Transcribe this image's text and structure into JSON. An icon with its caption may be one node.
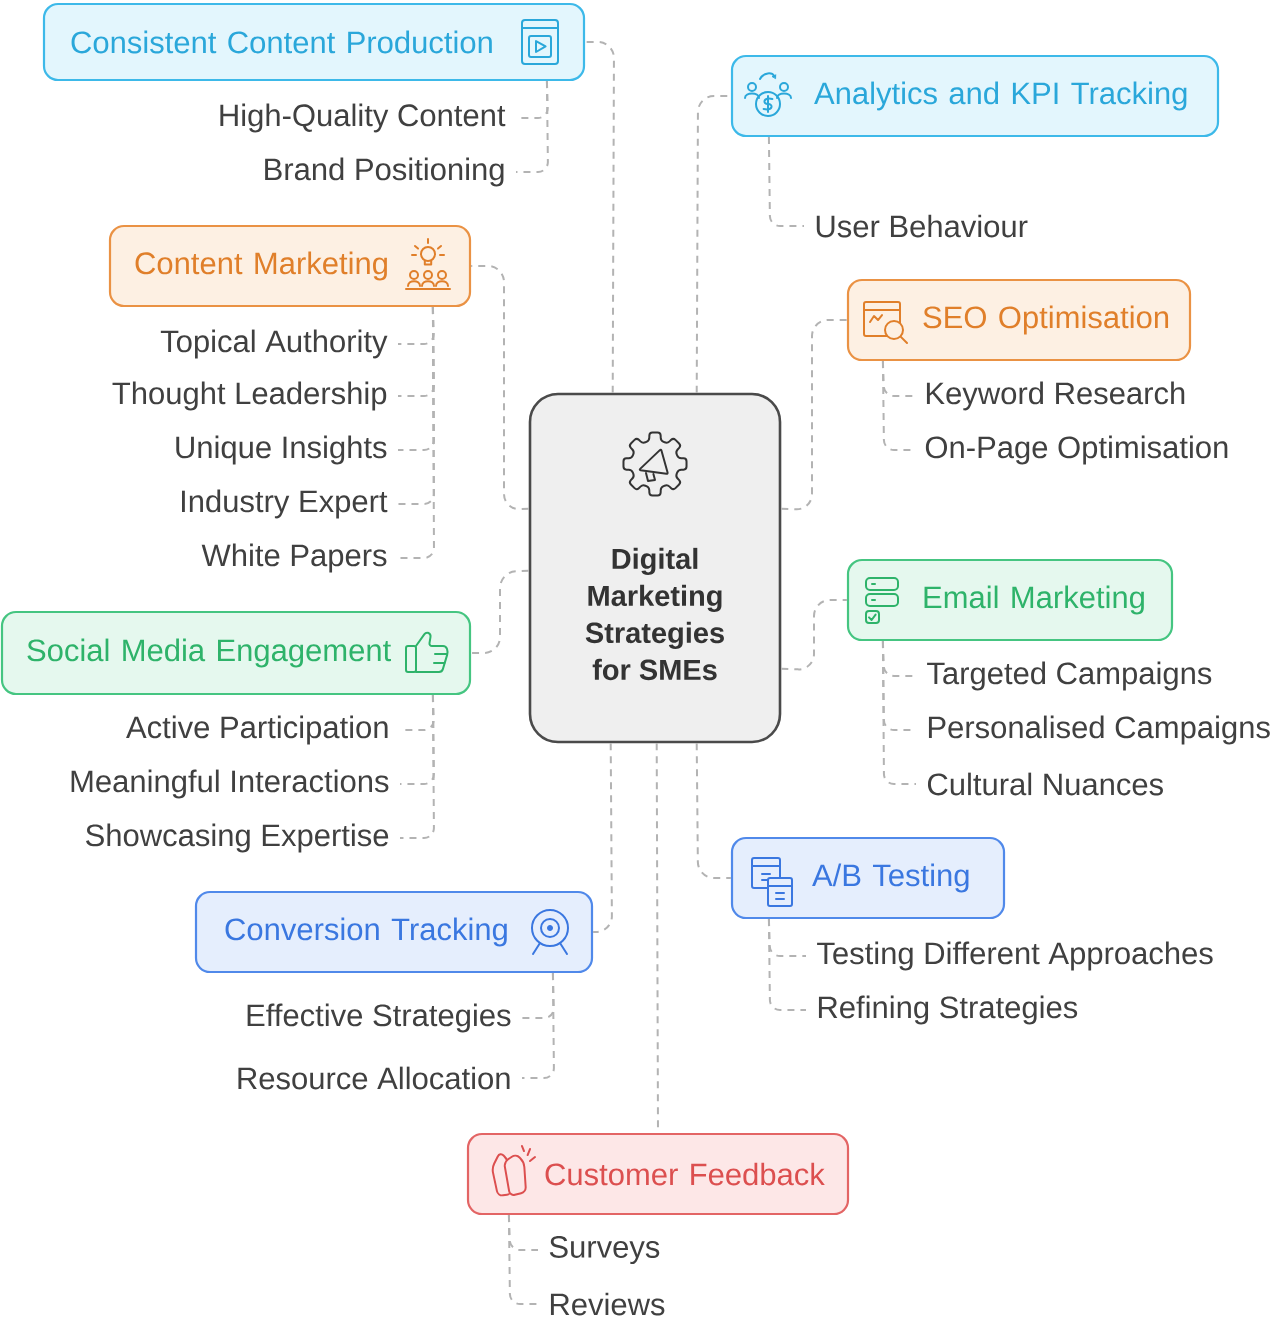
{
  "diagram": {
    "nodes": [
      {
        "text": [
          "Digital Marketing Strategies for SMEs"
        ]
      },
      {
        "text": [
          "Consistent Content Production"
        ]
      },
      {
        "text": [
          "High-Quality Content"
        ]
      },
      {
        "text": [
          "Brand Positioning"
        ]
      },
      {
        "text": [
          "Content Marketing"
        ]
      },
      {
        "text": [
          "Topical Authority"
        ]
      },
      {
        "text": [
          "Thought Leadership"
        ]
      },
      {
        "text": [
          "Unique Insights"
        ]
      },
      {
        "text": [
          "Industry Expert"
        ]
      },
      {
        "text": [
          "White Papers"
        ]
      },
      {
        "text": [
          "Social Media Engagement"
        ]
      },
      {
        "text": [
          "Active Participation"
        ]
      },
      {
        "text": [
          "Meaningful Interactions"
        ]
      },
      {
        "text": [
          "Showcasing Expertise"
        ]
      },
      {
        "text": [
          "Conversion Tracking"
        ]
      },
      {
        "text": [
          "Effective Strategies"
        ]
      },
      {
        "text": [
          "Resource Allocation"
        ]
      },
      {
        "text": [
          "Customer Feedback"
        ]
      },
      {
        "text": [
          "Surveys"
        ]
      },
      {
        "text": [
          "Reviews"
        ]
      },
      {
        "text": [
          "Analytics and KPI Tracking"
        ]
      },
      {
        "text": [
          "User Behaviour"
        ]
      },
      {
        "text": [
          "SEO Optimisation"
        ]
      },
      {
        "text": [
          "Keyword Research"
        ]
      },
      {
        "text": [
          "On-Page Optimisation"
        ]
      },
      {
        "text": [
          "Email Marketing"
        ]
      },
      {
        "text": [
          "Targeted Campaigns"
        ]
      },
      {
        "text": [
          "Personalised Campaigns"
        ]
      },
      {
        "text": [
          "Cultural Nuances"
        ]
      },
      {
        "text": [
          "A/B Testing"
        ]
      },
      {
        "text": [
          "Testing Different Approaches"
        ]
      },
      {
        "text": [
          "Refining Strategies"
        ]
      }
    ],
    "edges": [
      {
        "from": 0,
        "to": 1,
        "arrow": "none",
        "style": "dashed"
      },
      {
        "from": 1,
        "to": 2,
        "arrow": "none",
        "style": "dashed"
      },
      {
        "from": 1,
        "to": 3,
        "arrow": "none",
        "style": "dashed"
      },
      {
        "from": 0,
        "to": 4,
        "arrow": "none",
        "style": "dashed"
      },
      {
        "from": 4,
        "to": 5,
        "arrow": "none",
        "style": "dashed"
      },
      {
        "from": 4,
        "to": 6,
        "arrow": "none",
        "style": "dashed"
      },
      {
        "from": 4,
        "to": 7,
        "arrow": "none",
        "style": "dashed"
      },
      {
        "from": 4,
        "to": 8,
        "arrow": "none",
        "style": "dashed"
      },
      {
        "from": 4,
        "to": 9,
        "arrow": "none",
        "style": "dashed"
      },
      {
        "from": 0,
        "to": 10,
        "arrow": "none",
        "style": "dashed"
      },
      {
        "from": 10,
        "to": 11,
        "arrow": "none",
        "style": "dashed"
      },
      {
        "from": 10,
        "to": 12,
        "arrow": "none",
        "style": "dashed"
      },
      {
        "from": 10,
        "to": 13,
        "arrow": "none",
        "style": "dashed"
      },
      {
        "from": 0,
        "to": 14,
        "arrow": "none",
        "style": "dashed"
      },
      {
        "from": 14,
        "to": 15,
        "arrow": "none",
        "style": "dashed"
      },
      {
        "from": 14,
        "to": 16,
        "arrow": "none",
        "style": "dashed"
      },
      {
        "from": 0,
        "to": 17,
        "arrow": "none",
        "style": "dashed"
      },
      {
        "from": 17,
        "to": 18,
        "arrow": "none",
        "style": "dashed"
      },
      {
        "from": 17,
        "to": 19,
        "arrow": "none",
        "style": "dashed"
      },
      {
        "from": 0,
        "to": 20,
        "arrow": "none",
        "style": "dashed"
      },
      {
        "from": 20,
        "to": 21,
        "arrow": "none",
        "style": "dashed"
      },
      {
        "from": 0,
        "to": 22,
        "arrow": "none",
        "style": "dashed"
      },
      {
        "from": 22,
        "to": 23,
        "arrow": "none",
        "style": "dashed"
      },
      {
        "from": 22,
        "to": 24,
        "arrow": "none",
        "style": "dashed"
      },
      {
        "from": 0,
        "to": 25,
        "arrow": "none",
        "style": "dashed"
      },
      {
        "from": 25,
        "to": 26,
        "arrow": "none",
        "style": "dashed"
      },
      {
        "from": 25,
        "to": 27,
        "arrow": "none",
        "style": "dashed"
      },
      {
        "from": 25,
        "to": 28,
        "arrow": "none",
        "style": "dashed"
      },
      {
        "from": 0,
        "to": 29,
        "arrow": "none",
        "style": "dashed"
      },
      {
        "from": 29,
        "to": 30,
        "arrow": "none",
        "style": "dashed"
      },
      {
        "from": 29,
        "to": 31,
        "arrow": "none",
        "style": "dashed"
      }
    ]
  }
}
